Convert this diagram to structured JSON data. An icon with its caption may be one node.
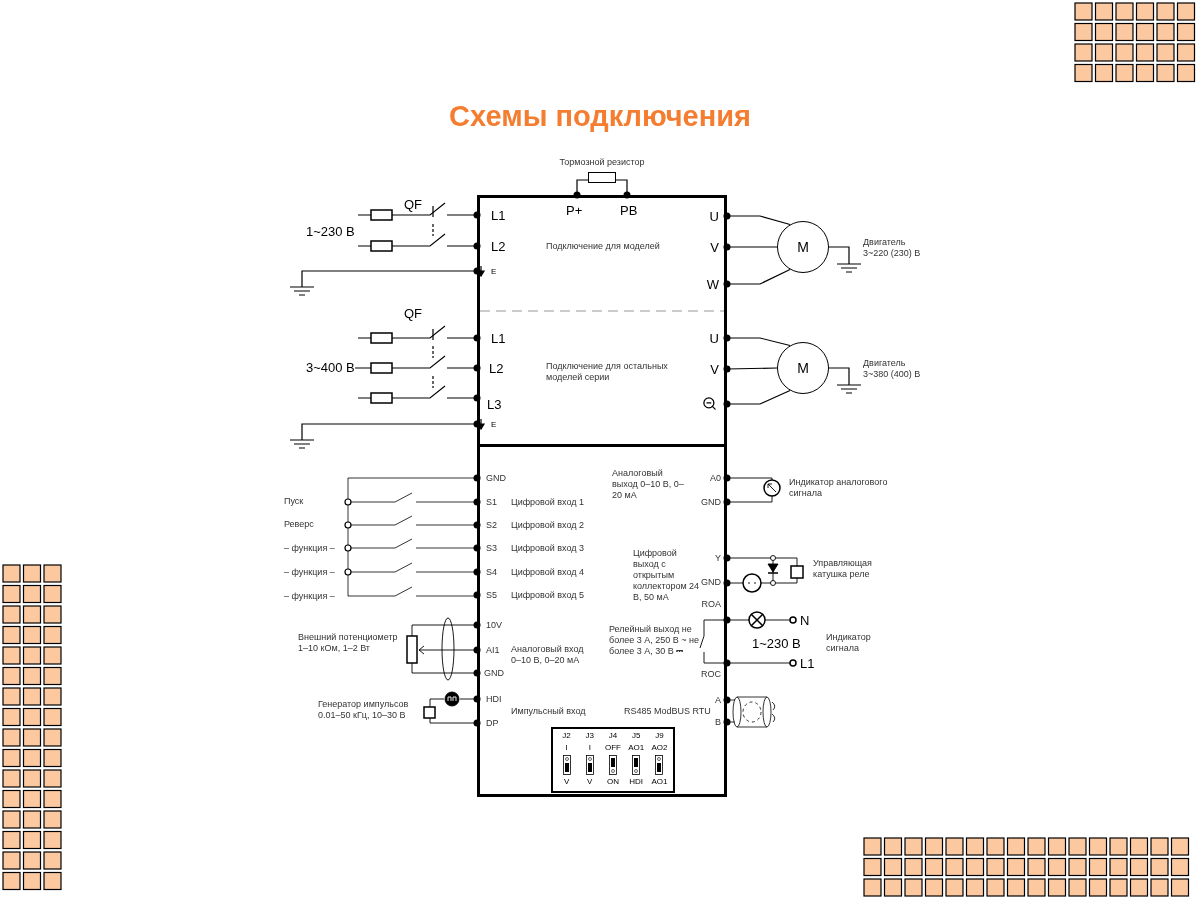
{
  "diagram": {
    "title": "Схемы подключения",
    "nodes": [
      {
        "text": [
          "Подключение для моделей",
          "Подключение для остальных моделей серии"
        ]
      },
      {
        "text": [
          "Цифровой вход 1",
          "Цифровой вход 2",
          "Цифровой вход 3",
          "Цифровой вход 4",
          "Цифровой вход 5",
          "Аналоговый вход 0–10 В, 0–20 мА",
          "Импульсный вход",
          "Аналоговый выход 0–10 В, 0–20 мА",
          "Цифровой выход с открытым коллектором 24 В, 50 мА",
          "Релейный выход не более 3 А, 250 В ~ не более 3 А, 30 В ⎓",
          "RS485 ModBUS RTU"
        ]
      },
      {
        "text": [
          "Тормозной резистор"
        ]
      },
      {
        "text": [
          "M"
        ],
        "beside": [
          "Двигатель 3~220 (230) В"
        ]
      },
      {
        "text": [
          "M"
        ],
        "beside": [
          "Двигатель 3~380 (400) В"
        ]
      },
      {
        "text": [
          "J2",
          "J3",
          "J4",
          "J5",
          "J9",
          "I",
          "I",
          "OFF",
          "AO1",
          "AO2",
          "V",
          "V",
          "ON",
          "HDI",
          "AO1"
        ],
        "in": 1
      }
    ],
    "edges": [
      {
        "from": 2,
        "to": 0,
        "arrow": "other"
      },
      {
        "from": 2,
        "to": 0,
        "arrow": "other"
      },
      {
        "from": 3,
        "to": 0,
        "arrow": "other"
      },
      {
        "from": 3,
        "to": 0,
        "arrow": "other"
      },
      {
        "from": 3,
        "to": 0,
        "arrow": "other"
      },
      {
        "from": 4,
        "to": 0,
        "arrow": "other"
      },
      {
        "from": 4,
        "to": 0,
        "arrow": "other"
      },
      {
        "from": 4,
        "to": 0,
        "arrow": "other"
      }
    ],
    "labels": [
      "QF",
      "1~230 В",
      "P+",
      "PB",
      "L1",
      "L2",
      "E",
      "U",
      "V",
      "W",
      "QF",
      "L1",
      "3~400 В",
      "L2",
      "L3",
      "U",
      "V",
      "E",
      "GND",
      "S1",
      "S2",
      "S3",
      "S4",
      "S5",
      "10V",
      "AI1",
      "GND",
      "HDI",
      "DP",
      "A0",
      "GND",
      "Y",
      "GND",
      "ROA",
      "ROC",
      "A",
      "B",
      "Пуск",
      "Реверс",
      "– функция –",
      "– функция –",
      "– функция –",
      "Внешний потенциометр 1–10 кОм, 1–2 Вт",
      "Генератор импульсов 0.01–50 кГц, 10–30 В",
      "Индикатор аналогового сигнала",
      "Управляющая катушка реле",
      "N",
      "1~230 В",
      "L1",
      "Индикатор сигнала"
    ]
  }
}
